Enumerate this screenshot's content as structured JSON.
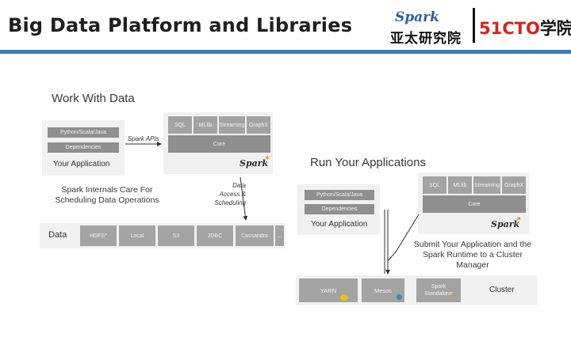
{
  "header": {
    "title": "Big Data Platform and Libraries",
    "spark_logo_word": "Spark",
    "spark_logo_cn": "亚太研究院",
    "cto_logo_num": "51CTO",
    "cto_logo_cn": "学院",
    "accent_color": "#3f7bb3"
  },
  "work": {
    "heading": "Work With Data",
    "app_langs": "Python/Scala/Java",
    "app_deps": "Dependencies",
    "app_label": "Your Application",
    "spark_apis": "Spark APIs",
    "libs": [
      "SQL",
      "MLlib",
      "Streaming",
      "GraphX"
    ],
    "core": "Core",
    "spark_word": "Spark",
    "internals_note": "Spark Internals Care For\nScheduling Data Operations",
    "data_access_note": "Data\nAccess &\nScheduling",
    "data_label": "Data",
    "sources": [
      "HDFS*",
      "Local",
      "S3",
      "JDBC",
      "Cassandra",
      "..."
    ]
  },
  "run": {
    "heading": "Run Your Applications",
    "app_langs": "Python/Scala/Java",
    "app_deps": "Dependencies",
    "app_label": "Your Application",
    "libs": [
      "SQL",
      "MLlib",
      "Streaming",
      "GraphX"
    ],
    "core": "Core",
    "spark_word": "Spark",
    "submit_note": "Submit Your Application and the\nSpark Runtime to a Cluster\nManager",
    "managers": [
      "YARN",
      "Mesos",
      "Spark\nStandalone"
    ],
    "cluster_label": "Cluster"
  }
}
